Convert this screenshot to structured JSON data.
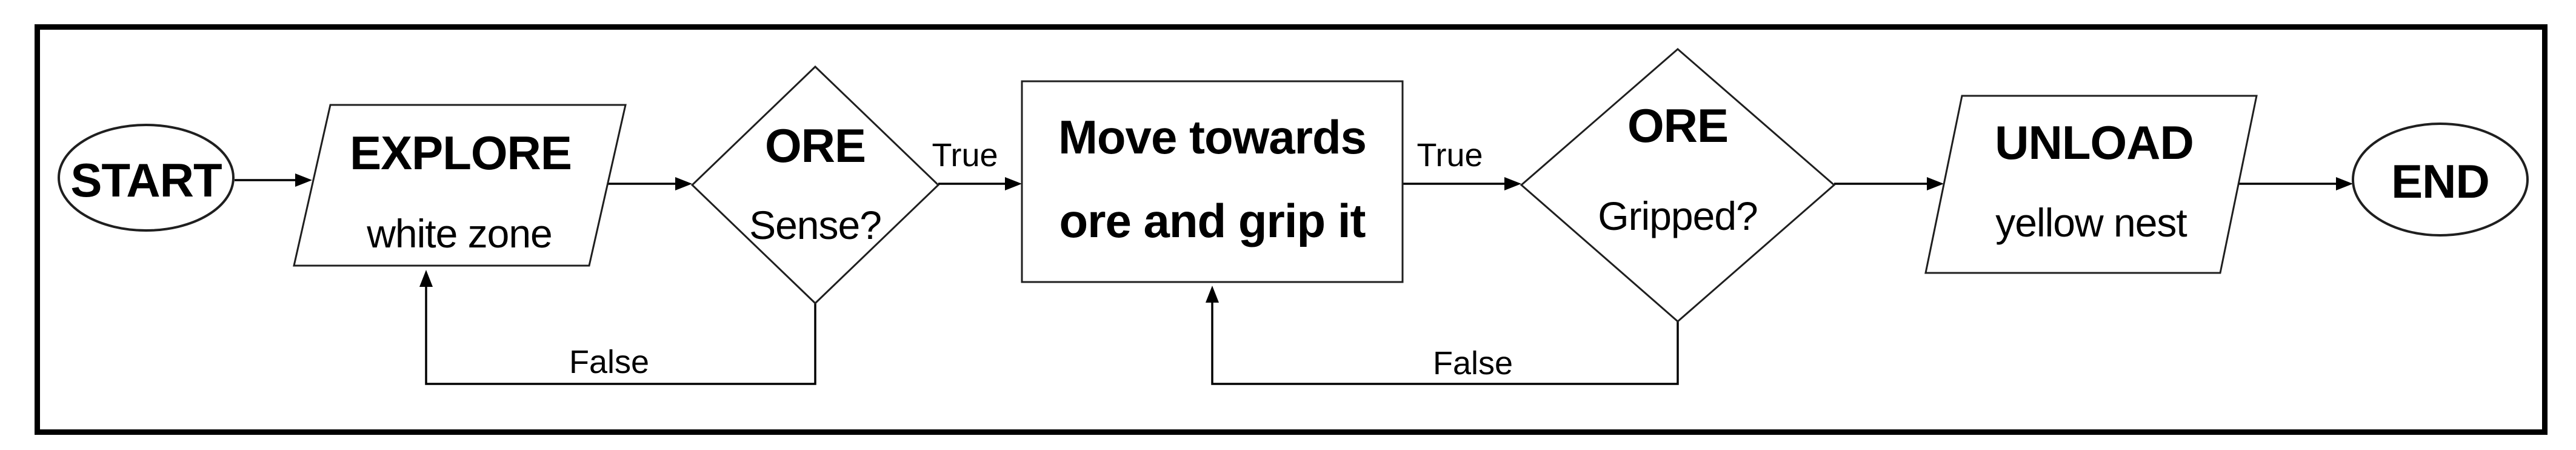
{
  "diagram": {
    "description": "Robot ore collection flowchart",
    "background_color": "#ffffff",
    "ink_color": "#000000",
    "nodes": {
      "start": {
        "type": "terminator",
        "label": "START"
      },
      "explore": {
        "type": "input-output",
        "title": "EXPLORE",
        "subtitle": "white zone"
      },
      "ore_sense": {
        "type": "decision",
        "title": "ORE",
        "subtitle": "Sense?"
      },
      "move_grip": {
        "type": "process",
        "line1": "Move towards",
        "line2": "ore and grip it"
      },
      "ore_gripped": {
        "type": "decision",
        "title": "ORE",
        "subtitle": "Gripped?"
      },
      "unload": {
        "type": "input-output",
        "title": "UNLOAD",
        "subtitle": "yellow nest"
      },
      "end": {
        "type": "terminator",
        "label": "END"
      }
    },
    "edges": {
      "start_to_explore": {
        "label": ""
      },
      "explore_to_sense": {
        "label": ""
      },
      "sense_to_move": {
        "label": "True"
      },
      "sense_to_explore": {
        "label": "False"
      },
      "move_to_gripped": {
        "label": "True"
      },
      "gripped_to_move": {
        "label": "False"
      },
      "gripped_to_unload": {
        "label": ""
      },
      "unload_to_end": {
        "label": ""
      }
    }
  }
}
